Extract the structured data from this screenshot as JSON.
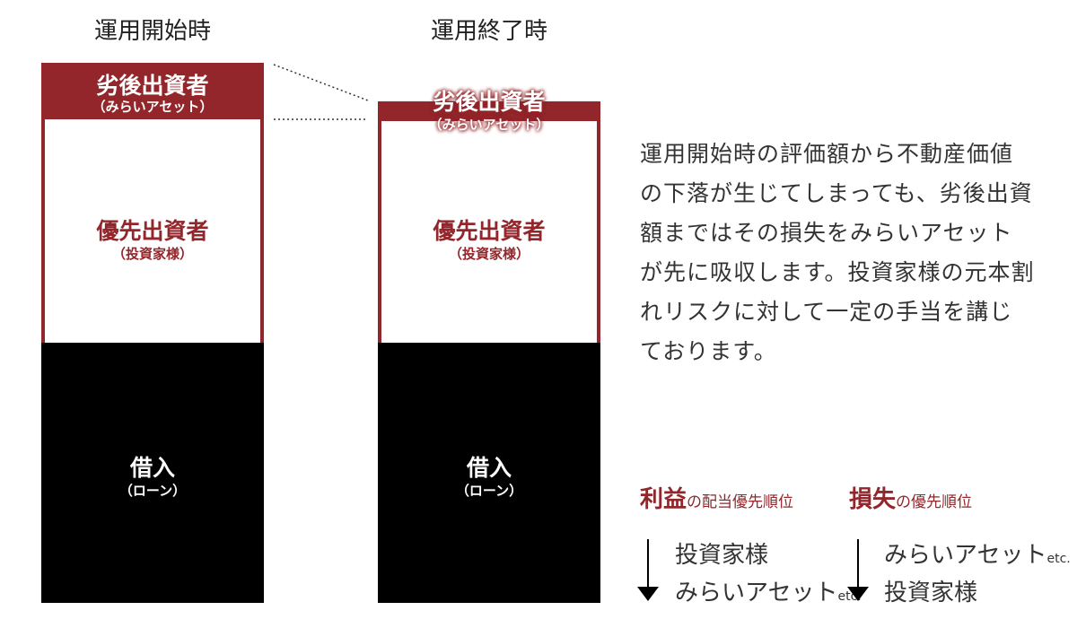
{
  "columns": [
    {
      "title": "運用開始時",
      "junior": "劣後出資者",
      "junior_sub": "（みらいアセット）",
      "senior": "優先出資者",
      "senior_sub": "（投資家様）",
      "loan": "借入",
      "loan_sub": "（ローン）"
    },
    {
      "title": "運用終了時",
      "junior": "劣後出資者",
      "junior_sub": "（みらいアセット）",
      "senior": "優先出資者",
      "senior_sub": "（投資家様）",
      "loan": "借入",
      "loan_sub": "（ローン）"
    }
  ],
  "description": "運用開始時の評価額から不動産価値の下落が生じてしまっても、劣後出資額まではその損失をみらいアセットが先に吸収します。投資家様の元本割れリスクに対して一定の手当を講じております。",
  "priority": {
    "profit": {
      "head": "利益",
      "head_suffix": "の配当優先順位",
      "items": [
        "投資家様",
        "みらいアセット"
      ],
      "etc": "etc."
    },
    "loss": {
      "head": "損失",
      "head_suffix": "の優先順位",
      "items": [
        "みらいアセット",
        "投資家様"
      ],
      "etc": "etc."
    }
  },
  "colors": {
    "accent": "#92262b",
    "loan": "#000000"
  }
}
